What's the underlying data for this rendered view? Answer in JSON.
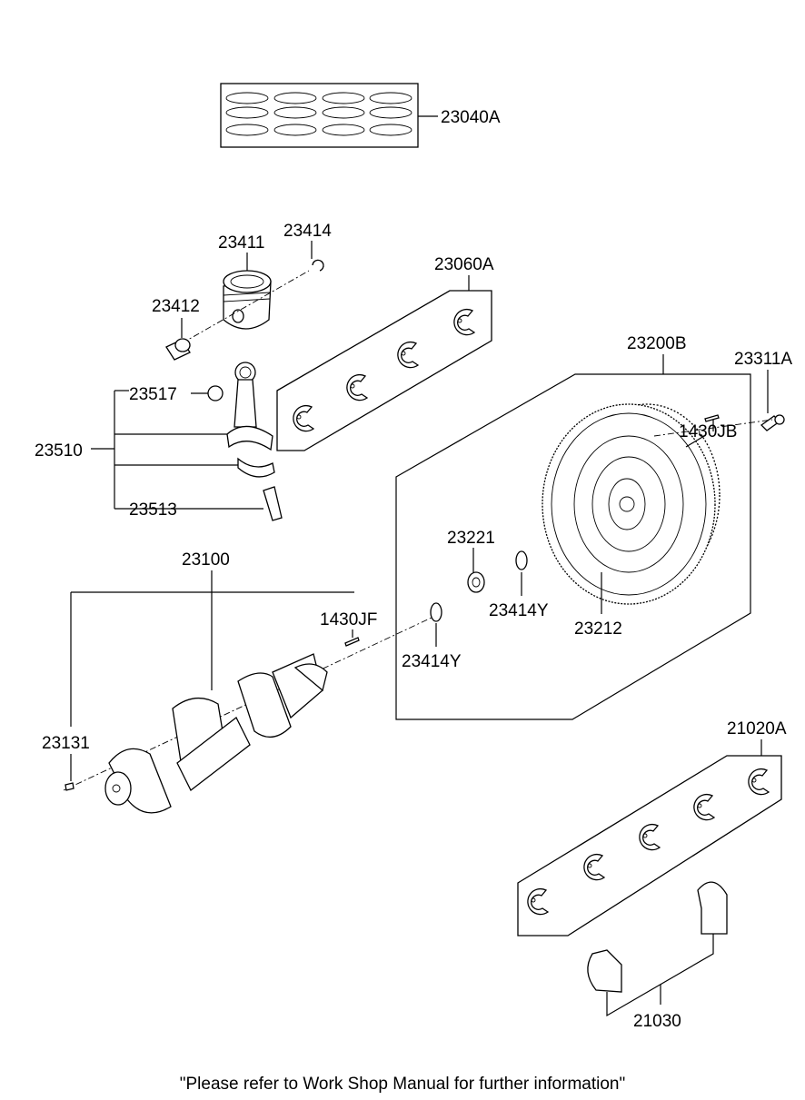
{
  "labels": {
    "piston_ring_set": "23040A",
    "piston": "23411",
    "snap_ring": "23414",
    "piston_pin": "23412",
    "conrod_bearing_set": "23060A",
    "bushing": "23517",
    "connecting_rod": "23510",
    "conrod_bolt": "23513",
    "flywheel_assy": "23200B",
    "flywheel_bolt": "23311A",
    "pin_flywheel": "1430JB",
    "bearing": "23221",
    "ring_a": "23414Y",
    "ring_gear": "23212",
    "crankshaft": "23100",
    "pin_crank": "1430JF",
    "ring_b": "23414Y",
    "crank_pin": "23131",
    "main_bearing_set": "21020A",
    "thrust_bearing": "21030"
  },
  "footer": "\"Please refer to Work Shop Manual for further information\""
}
